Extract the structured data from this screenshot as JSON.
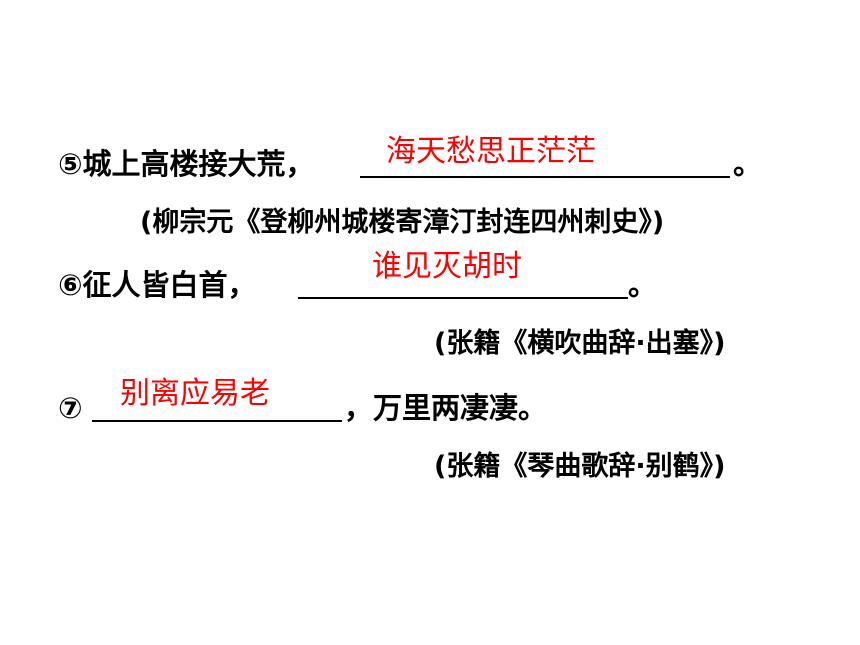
{
  "items": [
    {
      "prefix": "⑤城上高楼接大荒，",
      "answer": "海天愁思正茫茫",
      "suffix": "。",
      "source": "(柳宗元《登柳州城楼寄漳汀封连四州刺史》)"
    },
    {
      "prefix": "⑥征人皆白首，",
      "answer": "谁见灭胡时",
      "suffix": "。",
      "source": "(张籍《横吹曲辞·出塞》)"
    },
    {
      "prefix": "⑦",
      "answer": "别离应易老",
      "suffix": "，万里两凄凄。",
      "source": "(张籍《琴曲歌辞·别鹤》)"
    }
  ],
  "colors": {
    "answer": "#ff0000",
    "text": "#000000",
    "background": "#ffffff"
  }
}
